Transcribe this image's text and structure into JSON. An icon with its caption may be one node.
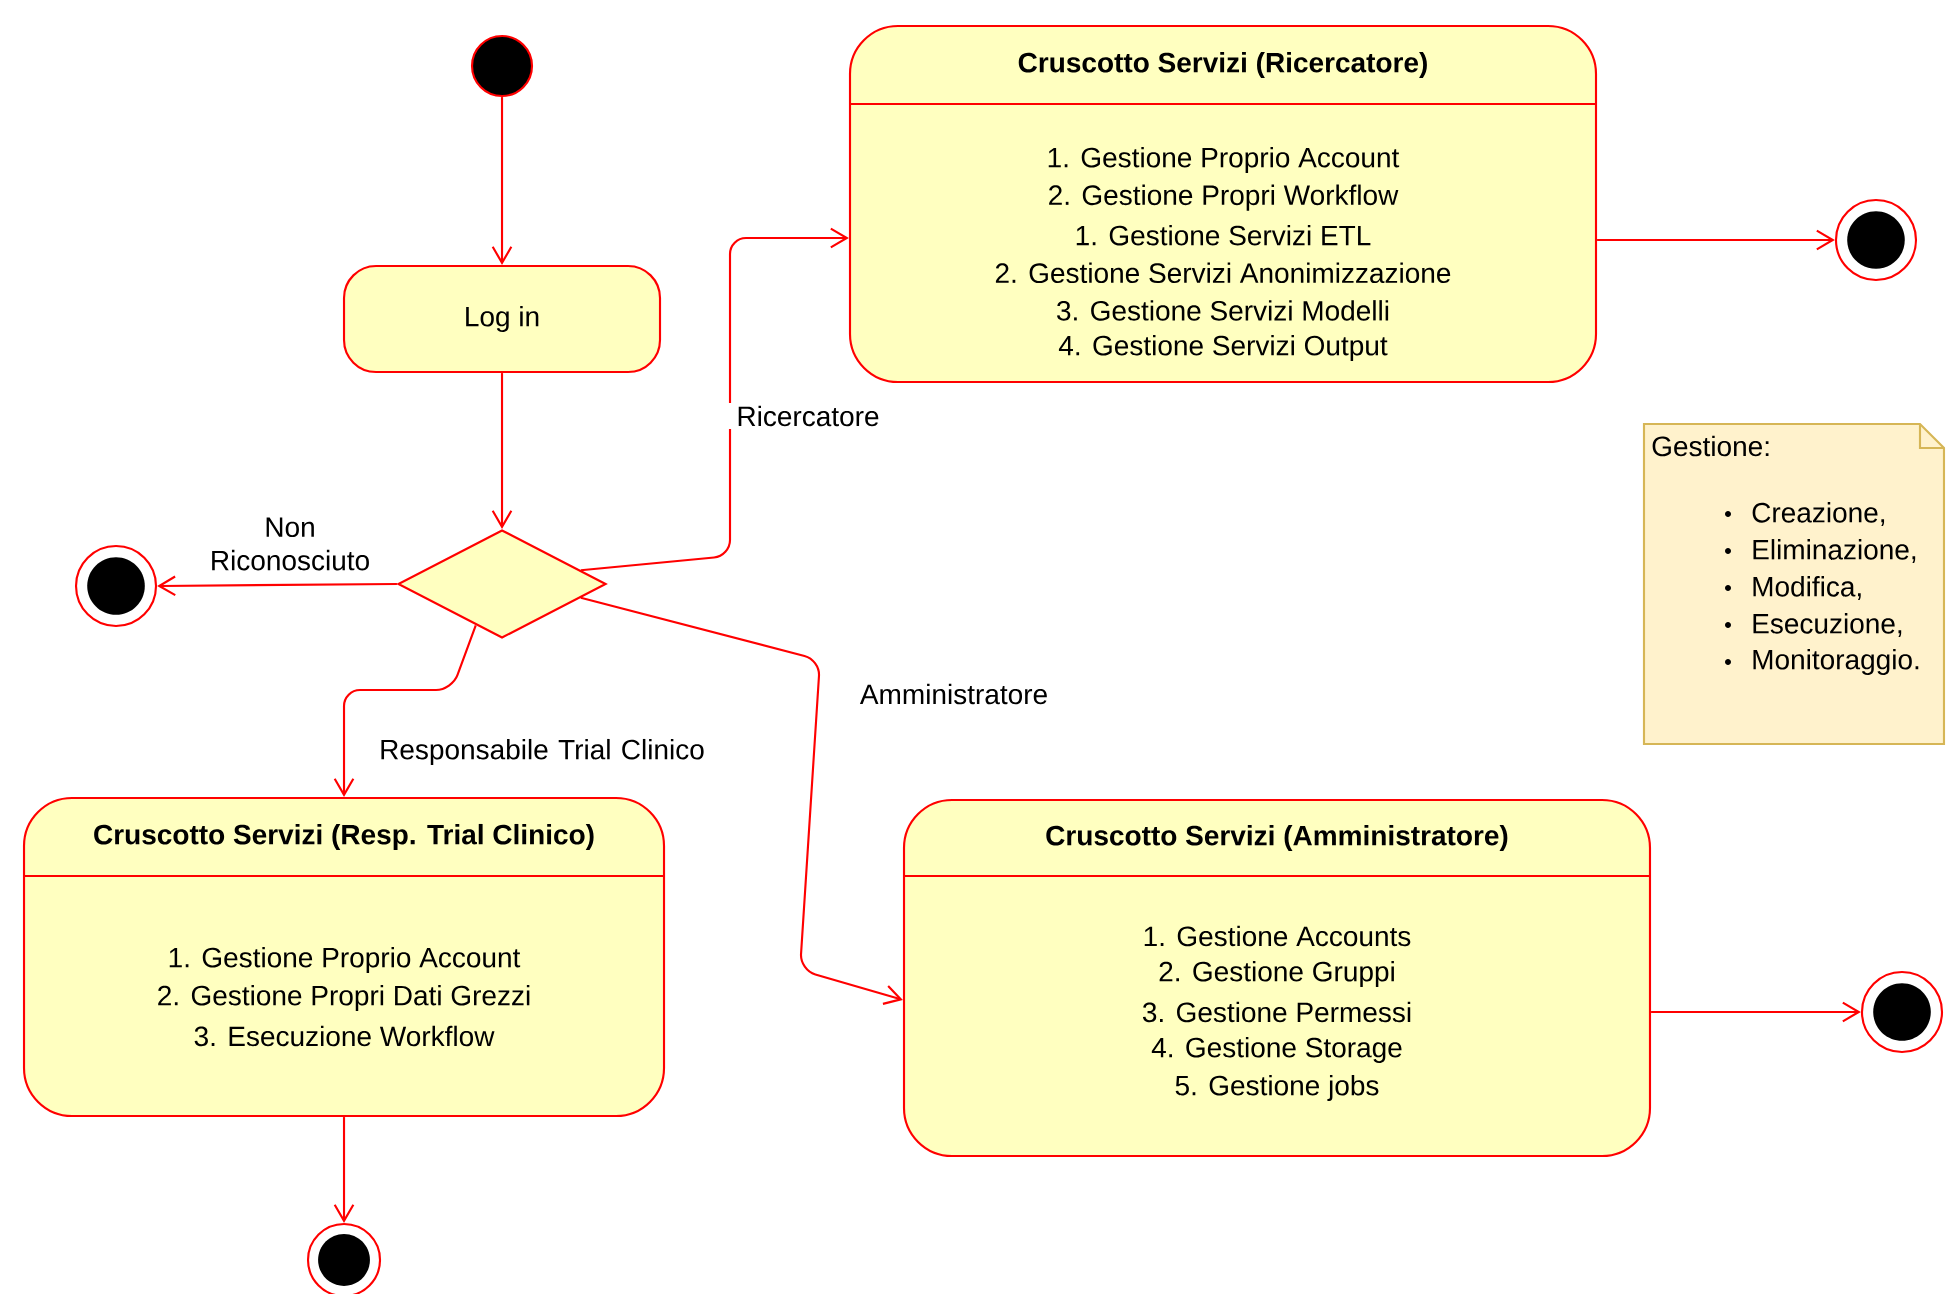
{
  "diagram": {
    "nodes": [
      {
        "text": [],
        "shape": "circle"
      },
      {
        "text": [
          "Log in"
        ]
      },
      {
        "text": [],
        "shape": "diamond"
      },
      {
        "text": [],
        "shape": "target"
      },
      {
        "text": [
          "Cruscotto Servizi (Ricercatore)",
          "1. Gestione Proprio Account",
          "2. Gestione Propri Workflow",
          "1. Gestione Servizi ETL",
          "2. Gestione Servizi Anonimizzazione",
          "3. Gestione Servizi Modelli",
          "4. Gestione Servizi Output"
        ]
      },
      {
        "text": [],
        "shape": "target"
      },
      {
        "text": [
          "Cruscotto Servizi (Resp. Trial Clinico)",
          "1. Gestione Proprio Account",
          "2. Gestione Propri Dati Grezzi",
          "3. Esecuzione Workflow"
        ]
      },
      {
        "text": [],
        "shape": "target"
      },
      {
        "text": [
          "Cruscotto Servizi (Amministratore)",
          "1. Gestione Accounts",
          "2. Gestione Gruppi",
          "3. Gestione Permessi",
          "4. Gestione Storage",
          "5. Gestione jobs"
        ]
      },
      {
        "text": [],
        "shape": "target"
      },
      {
        "text": [
          "Gestione:",
          "Creazione,",
          "Eliminazione,",
          "Modifica,",
          "Esecuzione,",
          "Monitoraggio."
        ]
      }
    ],
    "edges": [
      {
        "from": 0,
        "to": 1,
        "arrow": "to"
      },
      {
        "from": 1,
        "to": 2,
        "arrow": "to"
      },
      {
        "from": 2,
        "to": 3,
        "arrow": "to",
        "label": "Non Riconosciuto"
      },
      {
        "from": 2,
        "to": 4,
        "arrow": "to",
        "label": "Ricercatore"
      },
      {
        "from": 2,
        "to": 6,
        "arrow": "to",
        "label": "Responsabile Trial Clinico"
      },
      {
        "from": 2,
        "to": 8,
        "arrow": "to",
        "label": "Amministratore"
      },
      {
        "from": 4,
        "to": 5,
        "arrow": "to"
      },
      {
        "from": 6,
        "to": 7,
        "arrow": "to"
      },
      {
        "from": 8,
        "to": 9,
        "arrow": "to"
      }
    ]
  }
}
